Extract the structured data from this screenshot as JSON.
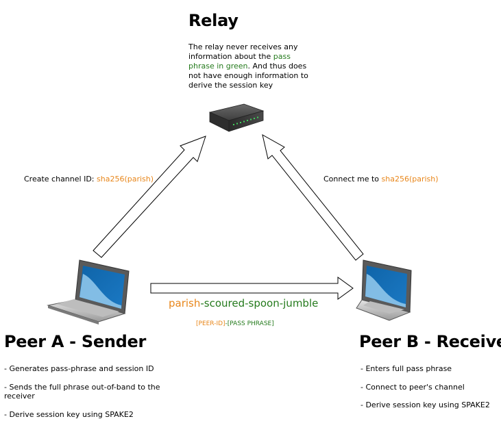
{
  "colors": {
    "orange": "#e8861a",
    "green": "#247a1c"
  },
  "relay": {
    "title": "Relay",
    "desc_1": "The relay never receives any information about the ",
    "desc_highlight": "pass phrase in green",
    "desc_2": ". And thus does not have enough information to derive the session key",
    "icon": "router-icon"
  },
  "left_arrow": {
    "label": "Create channel ID: ",
    "hash": "sha256(parish)"
  },
  "right_arrow": {
    "label": "Connect me to ",
    "hash": "sha256(parish)"
  },
  "phrase": {
    "peer_id": "parish",
    "pass_phrase": "-scoured-spoon-jumble",
    "legend_peer_id": "[PEER-ID]",
    "legend_sep": "-",
    "legend_pass": "[PASS PHRASE]"
  },
  "peer_a": {
    "title": "Peer A - Sender",
    "icon": "laptop-icon",
    "items": [
      "- Generates pass-phrase and session ID",
      "- Sends the full phrase out-of-band to the receiver",
      "- Derive session key using SPAKE2"
    ]
  },
  "peer_b": {
    "title": "Peer B - Receiver",
    "icon": "laptop-icon",
    "items": [
      "- Enters full pass phrase",
      "- Connect to peer's channel",
      "- Derive session key using SPAKE2"
    ]
  }
}
